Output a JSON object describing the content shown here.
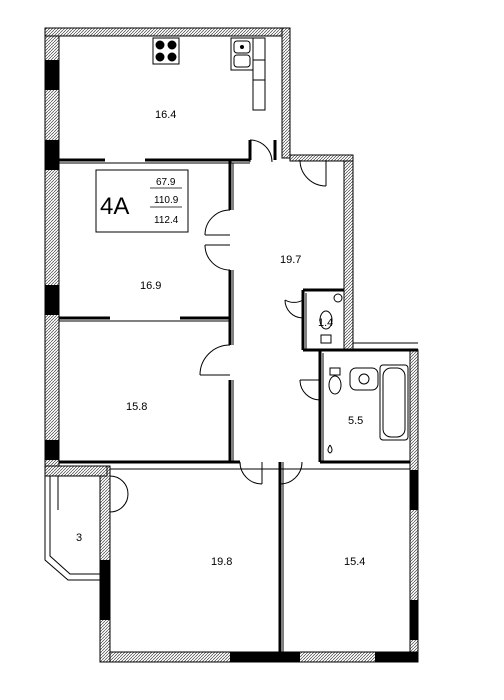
{
  "apartment": {
    "code": "4A",
    "areas": [
      "67.9",
      "110.9",
      "112.4"
    ]
  },
  "rooms": {
    "kitchen": "16.4",
    "bedroom_top": "16.9",
    "bedroom_mid": "15.8",
    "hall": "19.7",
    "wc": "1.4",
    "bathroom": "5.5",
    "balcony": "3",
    "living_left": "19.8",
    "living_right": "15.4"
  },
  "colors": {
    "wall": "#000000",
    "wall_hatch": "#555555",
    "line": "#000000",
    "background": "#ffffff"
  }
}
